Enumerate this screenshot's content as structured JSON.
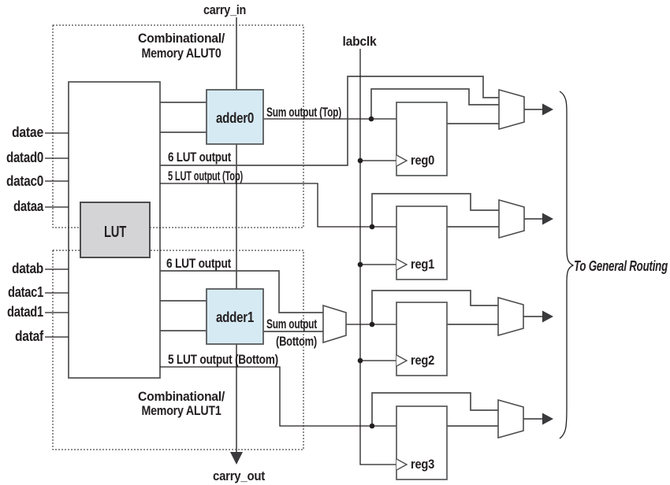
{
  "labels": {
    "carry_in": "carry_in",
    "labclk": "labclk",
    "carry_out": "carry_out",
    "to_general_routing": "To General Routing"
  },
  "alut0": {
    "line1": "Combinational/",
    "line2": "Memory ALUT0"
  },
  "alut1": {
    "line1": "Combinational/",
    "line2": "Memory ALUT1"
  },
  "inputs": [
    "datae",
    "datad0",
    "datac0",
    "dataa",
    "datab",
    "datac1",
    "datad1",
    "dataf"
  ],
  "blocks": {
    "lut": "LUT",
    "adder0": "adder0",
    "adder1": "adder1",
    "reg0": "reg0",
    "reg1": "reg1",
    "reg2": "reg2",
    "reg3": "reg3"
  },
  "wire_labels": {
    "sum_output_top": "Sum output (Top)",
    "lut6_output_top": "6 LUT output",
    "lut5_output_top": "5 LUT output (Top)",
    "lut6_output_bottom": "6 LUT output",
    "sum_output_bottom_line1": "Sum output",
    "sum_output_bottom_line2": "(Bottom)",
    "lut5_output_bottom": "5 LUT output (Bottom)"
  },
  "colors": {
    "adder_fill": "#d6eaf3",
    "lut_fill": "#d4d4d6",
    "wire": "#4d4d4f",
    "text": "#231f20",
    "background": "#ffffff"
  }
}
